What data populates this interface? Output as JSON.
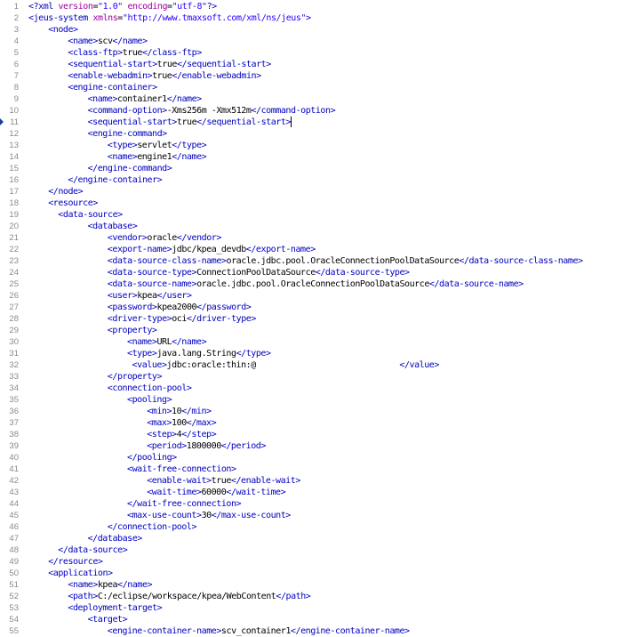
{
  "editor": {
    "lines": [
      {
        "n": "1",
        "ind": 0,
        "xml": "<?xml version=\"1.0\" encoding=\"utf-8\"?>"
      },
      {
        "n": "2",
        "ind": 0,
        "xml": "<jeus-system xmlns=\"http://www.tmaxsoft.com/xml/ns/jeus\">"
      },
      {
        "n": "3",
        "ind": 4,
        "xml": "<node>"
      },
      {
        "n": "4",
        "ind": 8,
        "xml": "<name>scv</name>"
      },
      {
        "n": "5",
        "ind": 8,
        "xml": "<class-ftp>true</class-ftp>"
      },
      {
        "n": "6",
        "ind": 8,
        "xml": "<sequential-start>true</sequential-start>"
      },
      {
        "n": "7",
        "ind": 8,
        "xml": "<enable-webadmin>true</enable-webadmin>"
      },
      {
        "n": "8",
        "ind": 8,
        "xml": "<engine-container>"
      },
      {
        "n": "9",
        "ind": 12,
        "xml": "<name>container1</name>"
      },
      {
        "n": "10",
        "ind": 12,
        "xml": "<command-option>-Xms256m -Xmx512m</command-option>"
      },
      {
        "n": "11",
        "ind": 12,
        "xml": "<sequential-start>true</sequential-start>",
        "caret": true,
        "marker": true
      },
      {
        "n": "12",
        "ind": 12,
        "xml": "<engine-command>"
      },
      {
        "n": "13",
        "ind": 16,
        "xml": "<type>servlet</type>"
      },
      {
        "n": "14",
        "ind": 16,
        "xml": "<name>engine1</name>"
      },
      {
        "n": "15",
        "ind": 12,
        "xml": "</engine-command>"
      },
      {
        "n": "16",
        "ind": 8,
        "xml": "</engine-container>"
      },
      {
        "n": "17",
        "ind": 4,
        "xml": "</node>"
      },
      {
        "n": "18",
        "ind": 4,
        "xml": "<resource>"
      },
      {
        "n": "19",
        "ind": 6,
        "xml": "<data-source>"
      },
      {
        "n": "20",
        "ind": 12,
        "xml": "<database>"
      },
      {
        "n": "21",
        "ind": 16,
        "xml": "<vendor>oracle</vendor>"
      },
      {
        "n": "22",
        "ind": 16,
        "xml": "<export-name>jdbc/kpea_devdb</export-name>"
      },
      {
        "n": "23",
        "ind": 16,
        "xml": "<data-source-class-name>oracle.jdbc.pool.OracleConnectionPoolDataSource</data-source-class-name>"
      },
      {
        "n": "24",
        "ind": 16,
        "xml": "<data-source-type>ConnectionPoolDataSource</data-source-type>"
      },
      {
        "n": "25",
        "ind": 16,
        "xml": "<data-source-name>oracle.jdbc.pool.OracleConnectionPoolDataSource</data-source-name>"
      },
      {
        "n": "26",
        "ind": 16,
        "xml": "<user>kpea</user>"
      },
      {
        "n": "27",
        "ind": 16,
        "xml": "<password>kpea2000</password>"
      },
      {
        "n": "28",
        "ind": 16,
        "xml": "<driver-type>oci</driver-type>"
      },
      {
        "n": "29",
        "ind": 16,
        "xml": "<property>"
      },
      {
        "n": "30",
        "ind": 20,
        "xml": "<name>URL</name>"
      },
      {
        "n": "31",
        "ind": 20,
        "xml": "<type>java.lang.String</type>"
      },
      {
        "n": "32",
        "ind": 21,
        "xml": "<value>jdbc:oracle:thin:@                             </value>"
      },
      {
        "n": "33",
        "ind": 16,
        "xml": "</property>"
      },
      {
        "n": "34",
        "ind": 16,
        "xml": "<connection-pool>"
      },
      {
        "n": "35",
        "ind": 20,
        "xml": "<pooling>"
      },
      {
        "n": "36",
        "ind": 24,
        "xml": "<min>10</min>"
      },
      {
        "n": "37",
        "ind": 24,
        "xml": "<max>100</max>"
      },
      {
        "n": "38",
        "ind": 24,
        "xml": "<step>4</step>"
      },
      {
        "n": "39",
        "ind": 24,
        "xml": "<period>1800000</period>"
      },
      {
        "n": "40",
        "ind": 20,
        "xml": "</pooling>"
      },
      {
        "n": "41",
        "ind": 20,
        "xml": "<wait-free-connection>"
      },
      {
        "n": "42",
        "ind": 24,
        "xml": "<enable-wait>true</enable-wait>"
      },
      {
        "n": "43",
        "ind": 24,
        "xml": "<wait-time>60000</wait-time>"
      },
      {
        "n": "44",
        "ind": 20,
        "xml": "</wait-free-connection>"
      },
      {
        "n": "45",
        "ind": 20,
        "xml": "<max-use-count>30</max-use-count>"
      },
      {
        "n": "46",
        "ind": 16,
        "xml": "</connection-pool>"
      },
      {
        "n": "47",
        "ind": 12,
        "xml": "</database>"
      },
      {
        "n": "48",
        "ind": 6,
        "xml": "</data-source>"
      },
      {
        "n": "49",
        "ind": 4,
        "xml": "</resource>"
      },
      {
        "n": "50",
        "ind": 4,
        "xml": "<application>"
      },
      {
        "n": "51",
        "ind": 8,
        "xml": "<name>kpea</name>"
      },
      {
        "n": "52",
        "ind": 8,
        "xml": "<path>C:/eclipse/workspace/kpea/WebContent</path>"
      },
      {
        "n": "53",
        "ind": 8,
        "xml": "<deployment-target>"
      },
      {
        "n": "54",
        "ind": 12,
        "xml": "<target>"
      },
      {
        "n": "55",
        "ind": 16,
        "xml": "<engine-container-name>scv_container1</engine-container-name>"
      }
    ]
  },
  "colors": {
    "tag": "#0000c0",
    "attribute_name": "#a000a0",
    "attribute_value": "#2a00ff",
    "text": "#000000",
    "line_number": "#8a8a8a"
  }
}
